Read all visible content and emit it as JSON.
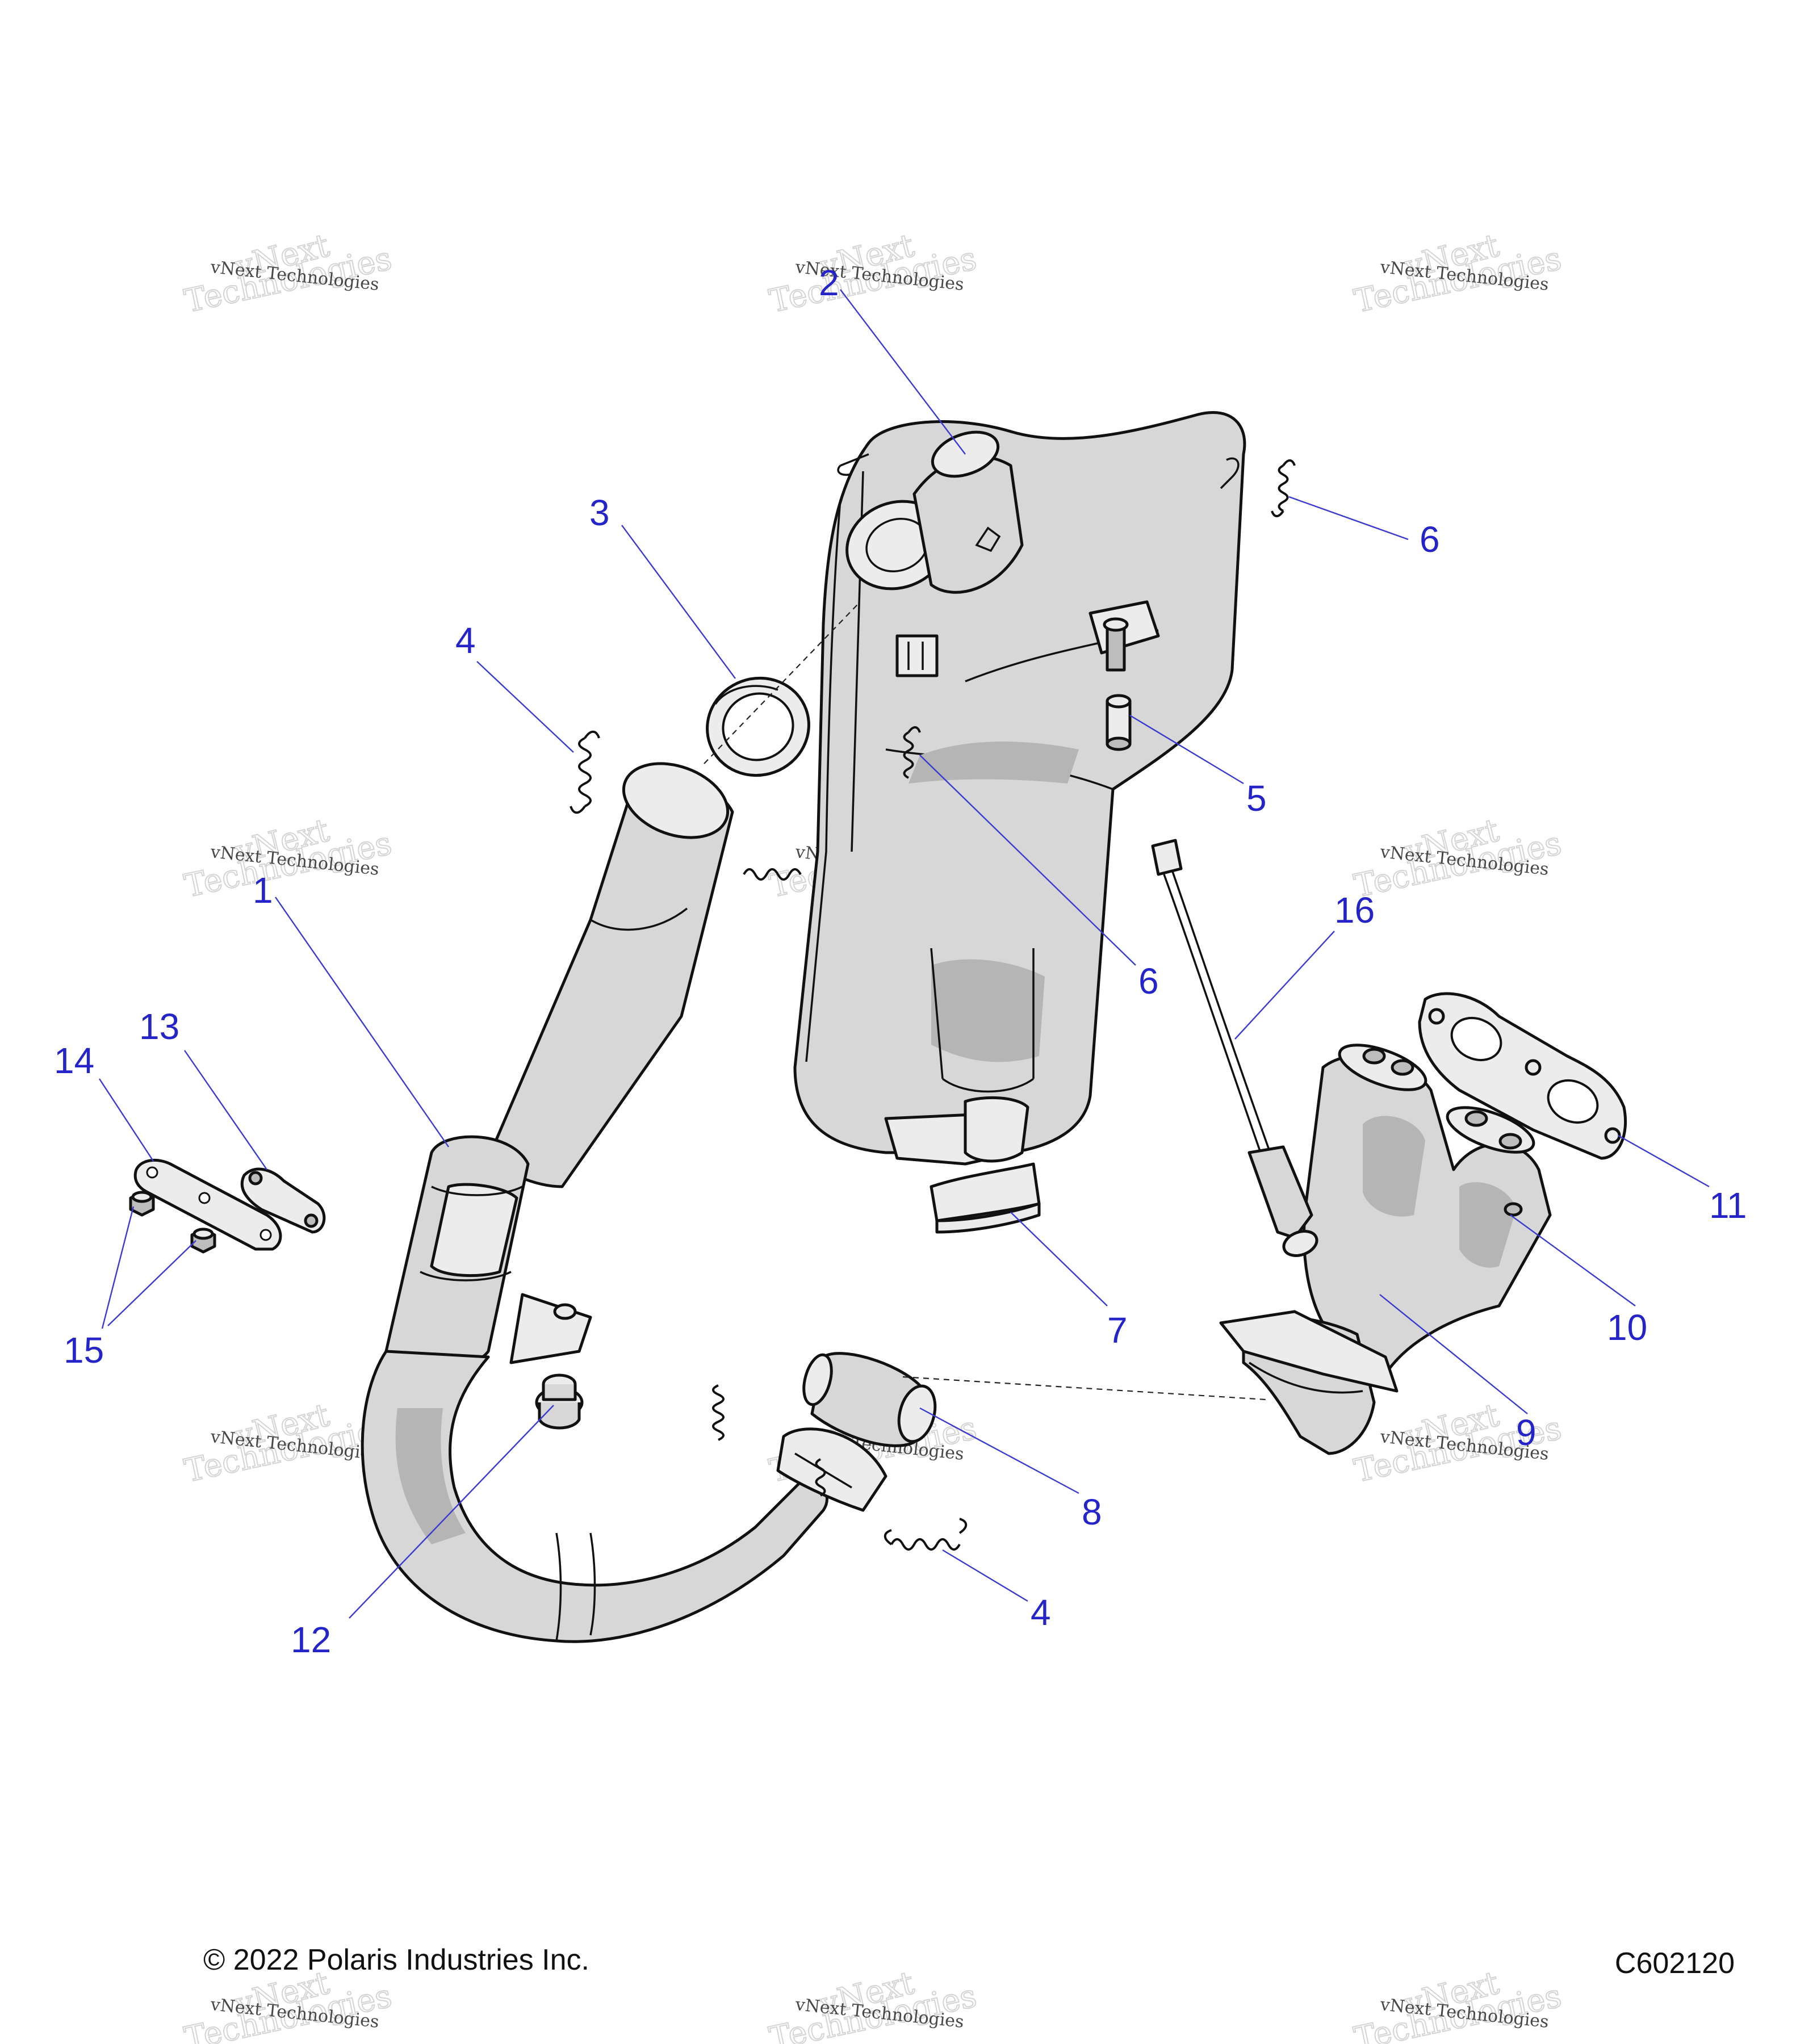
{
  "callouts": {
    "c1": "1",
    "c2": "2",
    "c3": "3",
    "c4a": "4",
    "c4b": "4",
    "c5": "5",
    "c6a": "6",
    "c6b": "6",
    "c7": "7",
    "c8": "8",
    "c9": "9",
    "c10": "10",
    "c11": "11",
    "c12": "12",
    "c13": "13",
    "c14": "14",
    "c15": "15",
    "c16": "16"
  },
  "watermark": {
    "line1": "vNext Technologies",
    "line2": "Technologies",
    "arc": "vNext"
  },
  "footer": {
    "copyright": "© 2022 Polaris Industries Inc.",
    "figure_code": "C602120"
  },
  "colors": {
    "callout_blue": "#2424c8",
    "part_gray": "#d7d7d7"
  }
}
